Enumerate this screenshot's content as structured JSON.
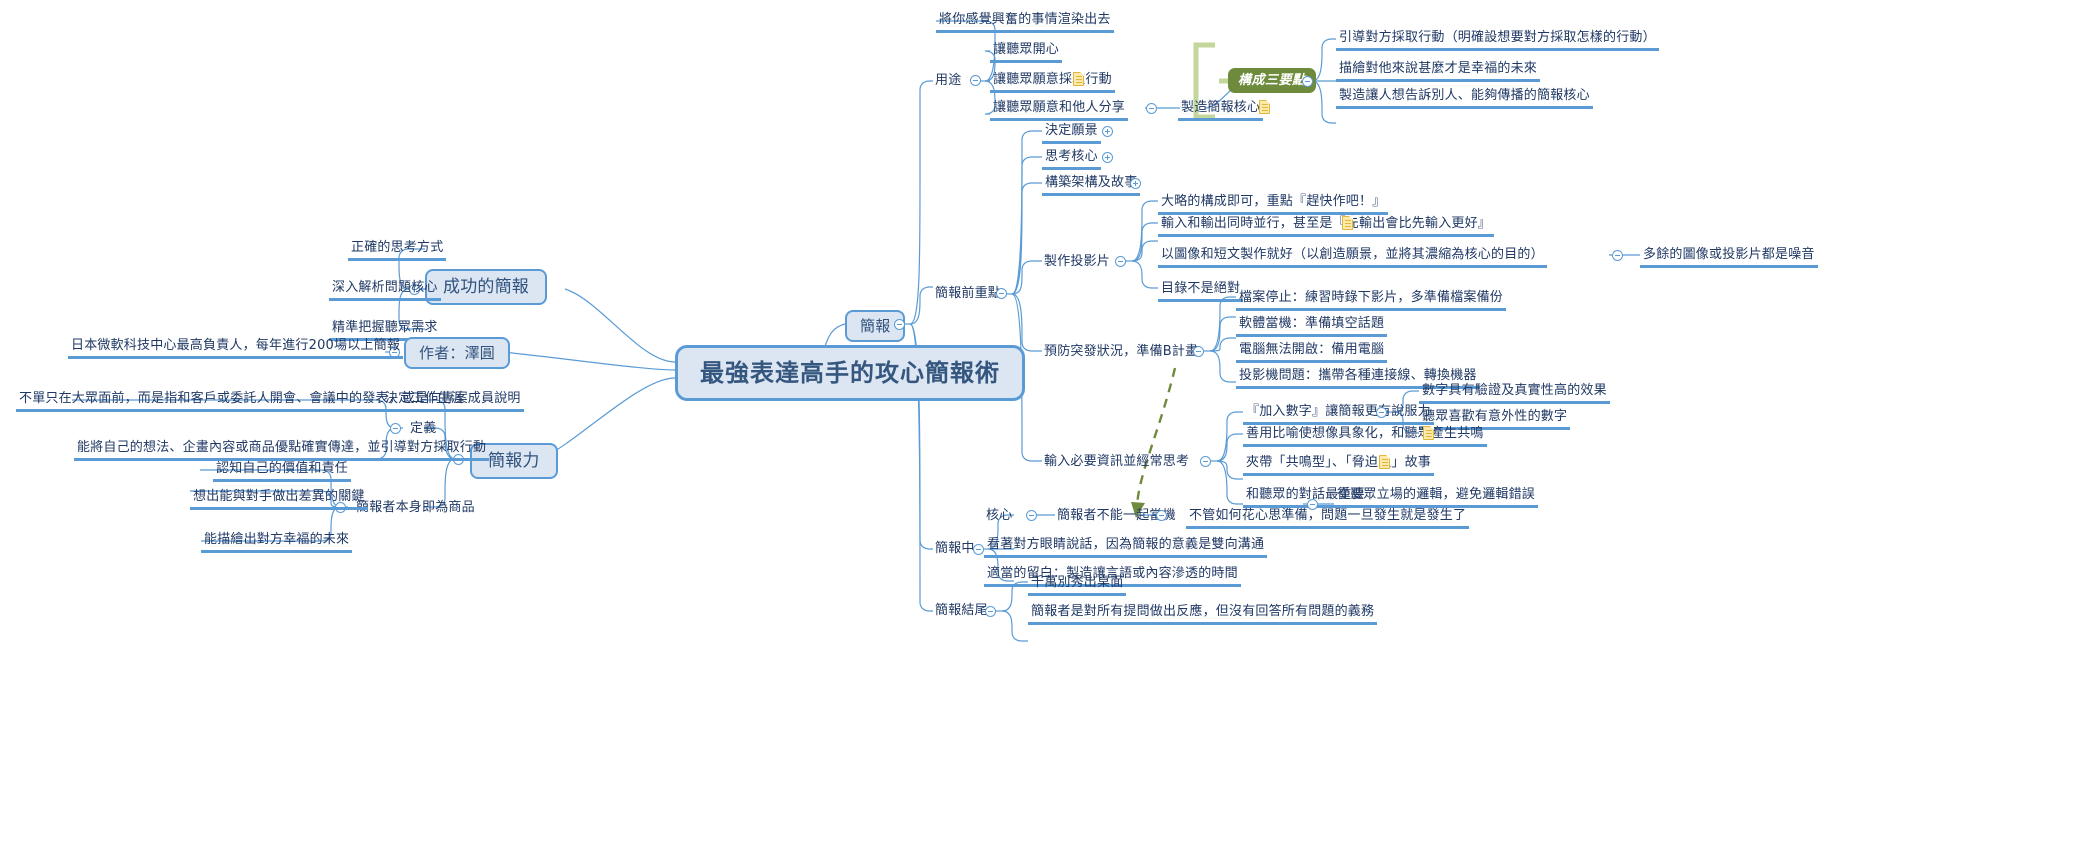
{
  "meta": {
    "kind": "mindmap",
    "accent_blue": "#5b9bd5",
    "node_fill": "#dce6f2",
    "text_blue": "#1f3864",
    "accent_green": "#6e8b3d",
    "green_bracket": "#c3d69b",
    "note_yellow": "#fde9a9"
  },
  "center": {
    "title": "最強表達高手的攻心簡報術"
  },
  "left": {
    "success": {
      "label": "成功的簡報",
      "children": [
        "正確的思考方式",
        "深入解析問題核心",
        "精準把握聽眾需求"
      ]
    },
    "author": {
      "label": "作者：澤圓",
      "children": [
        "日本微軟科技中心最高負責人，每年進行200場以上簡報"
      ]
    },
    "power": {
      "label": "簡報力",
      "children": [
        {
          "label": "決定工作生涯",
          "children": []
        },
        {
          "label": "定義",
          "children": [
            "不單只在大眾面前，而是指和客戶或委託人開會、會議中的發表，或是向專案成員說明",
            "能將自己的想法、企畫內容或商品優點確實傳達，並引導對方採取行動"
          ]
        },
        {
          "label": "簡報者本身即為商品",
          "children": [
            "認知自己的價值和責任",
            "想出能與對手做出差異的關鍵",
            "能描繪出對方幸福的未來"
          ]
        }
      ]
    }
  },
  "right": {
    "root": {
      "label": "簡報"
    },
    "usage": {
      "label": "用途",
      "children": [
        "將你感覺興奮的事情渲染出去",
        "讓聽眾開心",
        "讓聽眾願意採取行動",
        "讓聽眾願意和他人分享"
      ],
      "core": {
        "label": "製造簡報核心",
        "bracket_label": "構成三要點",
        "three_points": [
          "引導對方採取行動（明確設想要對方採取怎樣的行動）",
          "描繪對他來說甚麼才是幸福的未來",
          "製造讓人想告訴別人、能夠傳播的簡報核心"
        ]
      }
    },
    "before": {
      "label": "簡報前重點",
      "collapsed_items": [
        "決定願景",
        "思考核心",
        "構築架構及故事"
      ],
      "slides": {
        "label": "製作投影片",
        "children": [
          "大略的構成即可，重點『趕快作吧！』",
          "輸入和輸出同時並行，甚至是『先輸出會比先輸入更好』",
          "以圖像和短文製作就好（以創造願景，並將其濃縮為核心的目的）",
          "目錄不是絕對"
        ],
        "noise_note": "多餘的圖像或投影片都是噪音"
      },
      "contingency": {
        "label": "預防突發狀況，準備B計畫",
        "children": [
          "檔案停止：練習時錄下影片，多準備檔案備份",
          "軟體當機：準備填空話題",
          "電腦無法開啟：備用電腦",
          "投影機問題：攜帶各種連接線、轉換機器"
        ]
      },
      "inputs": {
        "label": "輸入必要資訊並經常思考",
        "children": [
          {
            "label": "『加入數字』讓簡報更有說服力",
            "children": [
              "數字具有驗證及真實性高的效果",
              "聽眾喜歡有意外性的數字"
            ]
          },
          {
            "label": "善用比喻使想像具象化，和聽眾產生共鳴",
            "children": []
          },
          {
            "label": "夾帶「共鳴型」、「脅迫型」故事",
            "children": []
          },
          {
            "label": "和聽眾的對話最重要",
            "children": [
              "從聽眾立場的邏輯，避免邏輯錯誤"
            ]
          }
        ]
      }
    },
    "during": {
      "label": "簡報中",
      "core_chain": {
        "label": "核心",
        "second": "簡報者不能一起當機",
        "third": "不管如何花心思準備，問題一旦發生就是發生了"
      },
      "children": [
        "看著對方眼睛說話，因為簡報的意義是雙向溝通",
        "適當的留白：製造讓言語或內容滲透的時間"
      ]
    },
    "ending": {
      "label": "簡報結尾",
      "children": [
        "千萬別秀出桌面",
        "簡報者是對所有提問做出反應，但沒有回答所有問題的義務"
      ]
    }
  }
}
